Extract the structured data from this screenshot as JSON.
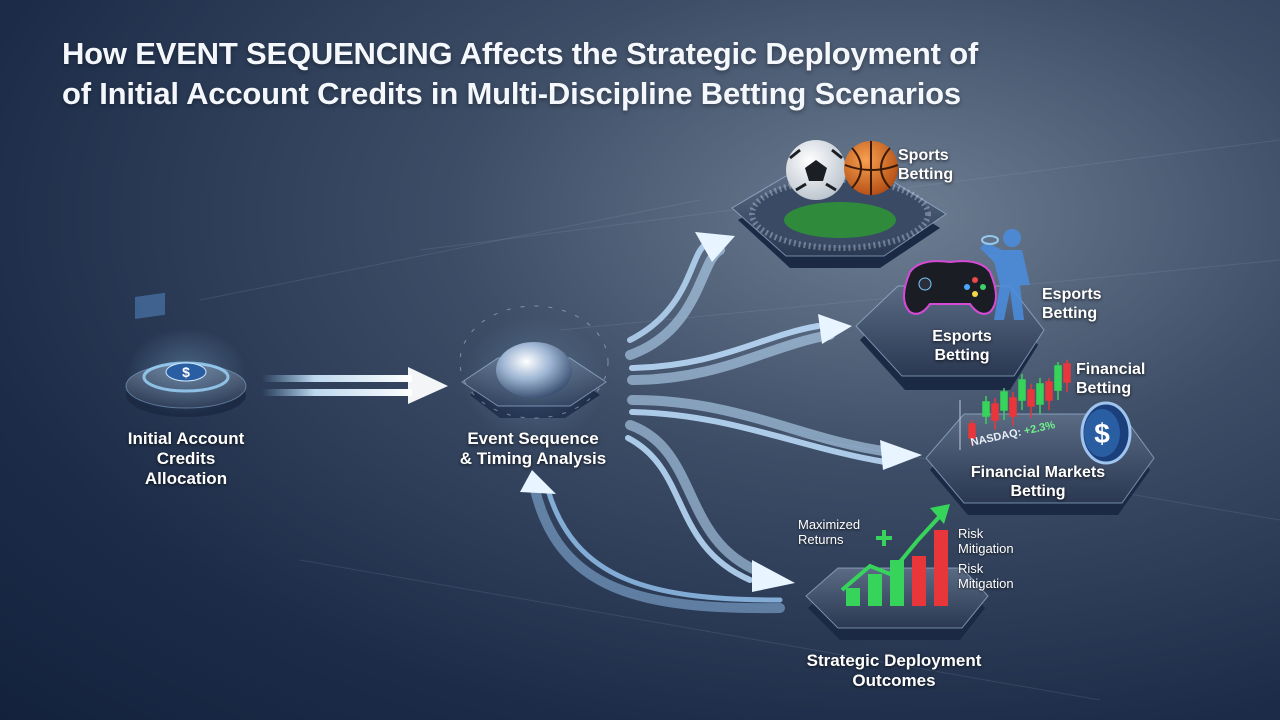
{
  "title": {
    "line1": "How EVENT SEQUENCING Affects the Strategic Deployment of",
    "line2": "of Initial Account Credits in Multi-Discipline Betting Scenarios"
  },
  "nodes": {
    "initial": {
      "line1": "Initial Account",
      "line2": "Credits",
      "line3": "Allocation"
    },
    "analysis": {
      "line1": "Event Sequence",
      "line2": "& Timing Analysis"
    },
    "sports": {
      "line1": "Sports",
      "line2": "Betting"
    },
    "esports_primary": {
      "line1": "Esports",
      "line2": "Betting"
    },
    "esports_secondary": {
      "line1": "Esports",
      "line2": "Betting"
    },
    "financial_label": {
      "line1": "Financial",
      "line2": "Betting"
    },
    "financial_markets": {
      "line1": "Financial Markets",
      "line2": "Betting"
    },
    "ticker": {
      "symbol": "NASDAQ:",
      "change": "+2.3%"
    },
    "outcomes": {
      "line1": "Strategic Deployment",
      "line2": "Outcomes"
    },
    "maximized": {
      "line1": "Maximized",
      "line2": "Returns"
    },
    "risk_a": {
      "line1": "Risk",
      "line2": "Mitigation"
    },
    "risk_b": {
      "line1": "Risk",
      "line2": "Mitigation"
    }
  },
  "colors": {
    "accent": "#9fd8ff",
    "gain": "#36d45a",
    "loss": "#e8363a"
  }
}
